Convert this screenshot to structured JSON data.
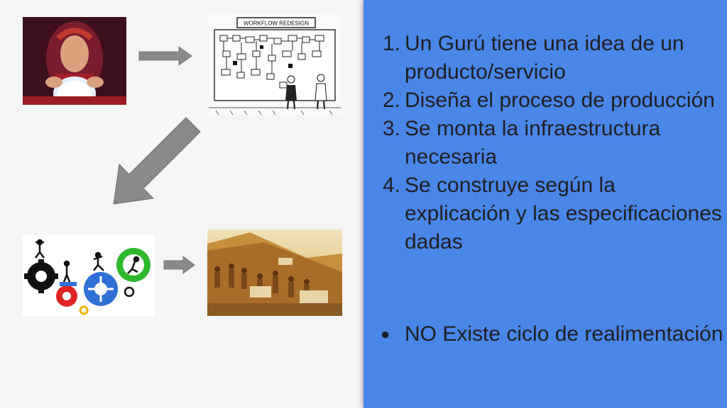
{
  "slide": {
    "steps": [
      {
        "number": "1.",
        "text": "Un Gurú tiene una idea de un producto/servicio"
      },
      {
        "number": "2.",
        "text": "Diseña el proceso de producción"
      },
      {
        "number": "3.",
        "text": "Se monta la infraestructura necesaria"
      },
      {
        "number": "4.",
        "text": "Se construye según la explicación y las especificaciones dadas"
      }
    ],
    "note": {
      "bullet": "●",
      "text": "NO Existe ciclo de realimentación"
    },
    "images": {
      "workflow_title": "WORKFLOW REDESIGN"
    },
    "colors": {
      "panel": "#4a86e8",
      "arrow": "#8a8a8a"
    }
  }
}
